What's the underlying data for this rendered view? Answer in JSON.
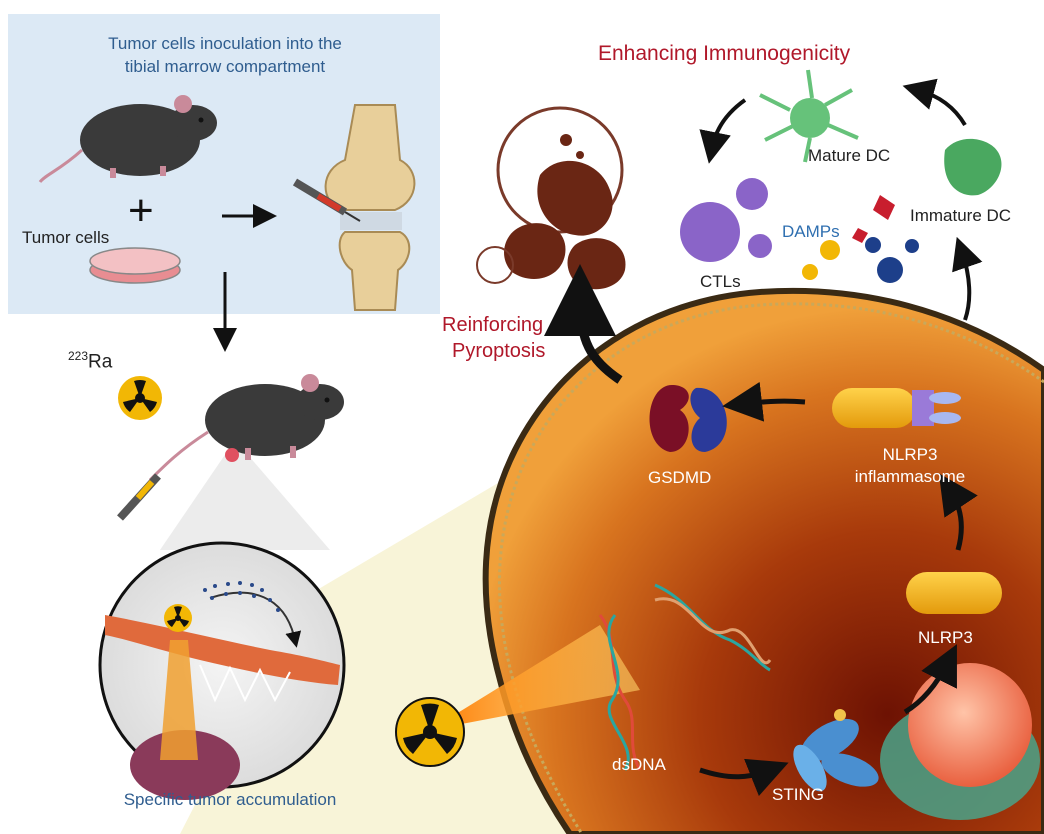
{
  "inoculation_box": {
    "title_line1": "Tumor cells inoculation into the",
    "title_line2": "tibial marrow compartment",
    "tumor_cells_label": "Tumor cells"
  },
  "isotope": {
    "mass_number": "223",
    "symbol": "Ra"
  },
  "zoom_caption": "Specific tumor accumulation",
  "titles": {
    "enhancing": "Enhancing Immunogenicity",
    "reinforcing_line1": "Reinforcing",
    "reinforcing_line2": "Pyroptosis"
  },
  "immune": {
    "mature_dc": "Mature DC",
    "immature_dc": "Immature DC",
    "damps": "DAMPs",
    "ctls": "CTLs"
  },
  "cell": {
    "gsdmd": "GSDMD",
    "inflammasome_line1": "NLRP3",
    "inflammasome_line2": "inflammasome",
    "nlrp3": "NLRP3",
    "sting": "STING",
    "dsdna": "dsDNA"
  },
  "colors": {
    "box_blue": "#dce9f5",
    "title_red": "#b0182a",
    "caption_blue": "#2f5d8f",
    "radiation_yellow": "#f2b705",
    "cell_orange": "#e07a1f",
    "cell_dark": "#7a1c06"
  }
}
